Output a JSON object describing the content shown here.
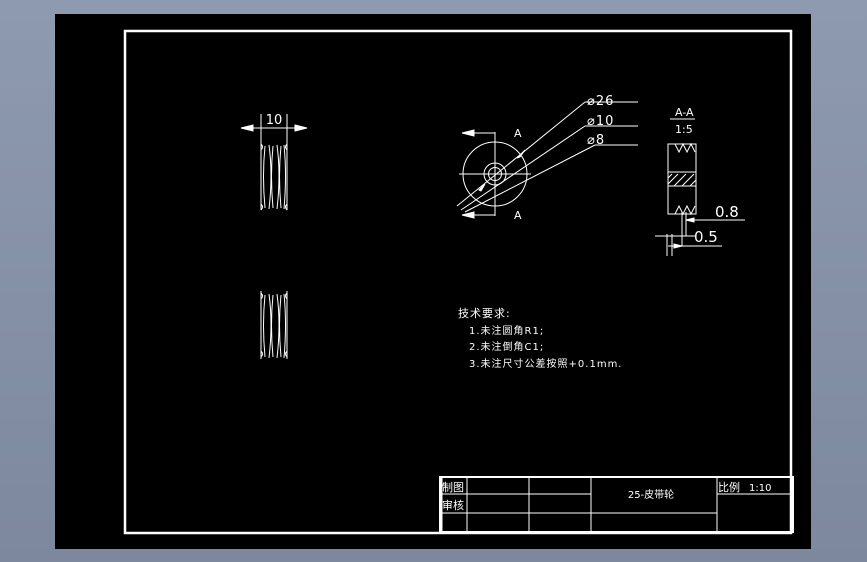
{
  "drawing": {
    "front_view": {
      "width_dim": "10"
    },
    "side_view": {
      "section_label_top": "A",
      "section_label_bottom": "A",
      "diameters": [
        "⌀26",
        "⌀10",
        "⌀8"
      ]
    },
    "section_view": {
      "label": "A-A",
      "scale": "1:5",
      "dim_large": "0.8",
      "dim_small": "0.5"
    },
    "notes": {
      "title": "技术要求:",
      "items": [
        "1.未注圆角R1;",
        "2.未注倒角C1;",
        "3.未注尺寸公差按照+0.1mm."
      ]
    },
    "title_block": {
      "drawn_by_label": "制图",
      "checked_by_label": "审核",
      "part_name": "25-皮带轮",
      "scale_label": "比例",
      "scale_value": "1:10"
    }
  },
  "colors": {
    "background": "#000000",
    "lines": "#ffffff",
    "app_frame": "#8e9ab0"
  }
}
